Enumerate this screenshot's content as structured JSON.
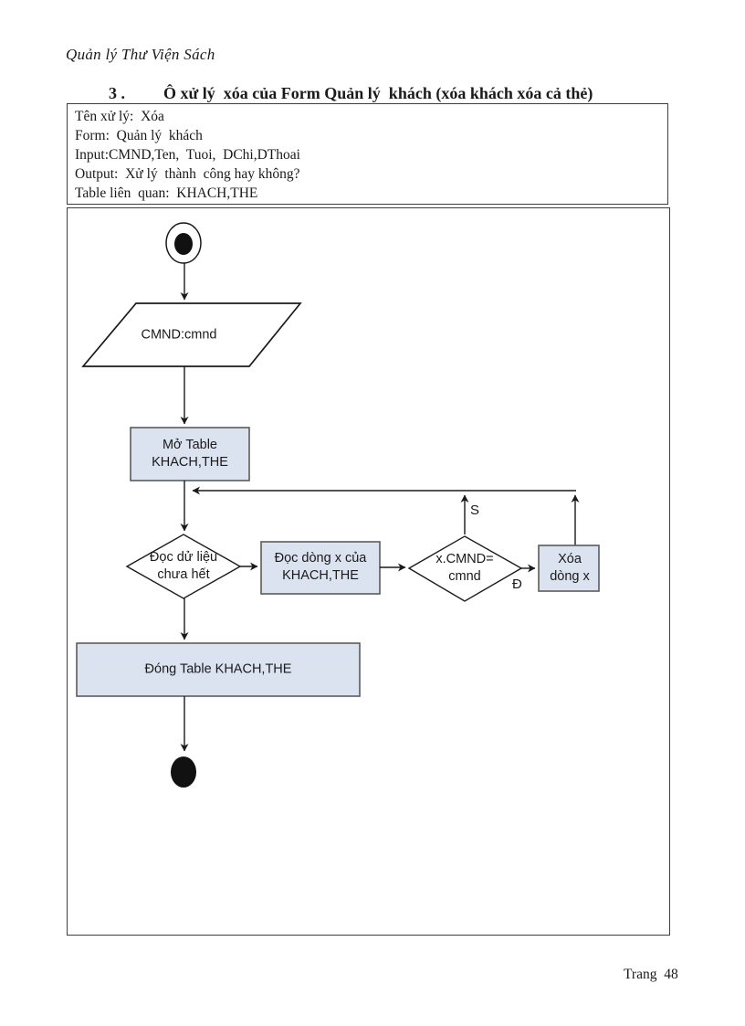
{
  "page": {
    "header": "Quản lý Thư Viện Sách",
    "title_number": "3 .",
    "title": "Ô xử lý  xóa của Form Quản lý  khách (xóa khách xóa cả thẻ)",
    "footer": "Trang  48"
  },
  "info_box": {
    "lines": [
      "Tên xử lý:  Xóa",
      "Form:  Quản lý  khách",
      "Input:CMND,Ten,  Tuoi,  DChi,DThoai",
      "Output:  Xử lý  thành  công hay không?",
      "Table liên  quan:  KHACH,THE"
    ]
  },
  "flowchart": {
    "nodes": {
      "input_cmnd": "CMND:cmnd",
      "open_table": "Mở Table\nKHACH,THE",
      "read_check": "Đọc dử liệu\nchưa hết",
      "read_row": "Đọc dòng x của\nKHACH,THE",
      "compare": "x.CMND=\ncmnd",
      "delete_row": "Xóa\ndòng x",
      "close_table": "Đóng Table KHACH,THE"
    },
    "labels": {
      "no_branch": "S",
      "yes_branch": "Đ"
    },
    "colors": {
      "process_fill": "#dbe3f0",
      "process_border": "#5b5b5b",
      "line": "#1a1a1a",
      "decision_fill": "#ffffff"
    }
  }
}
